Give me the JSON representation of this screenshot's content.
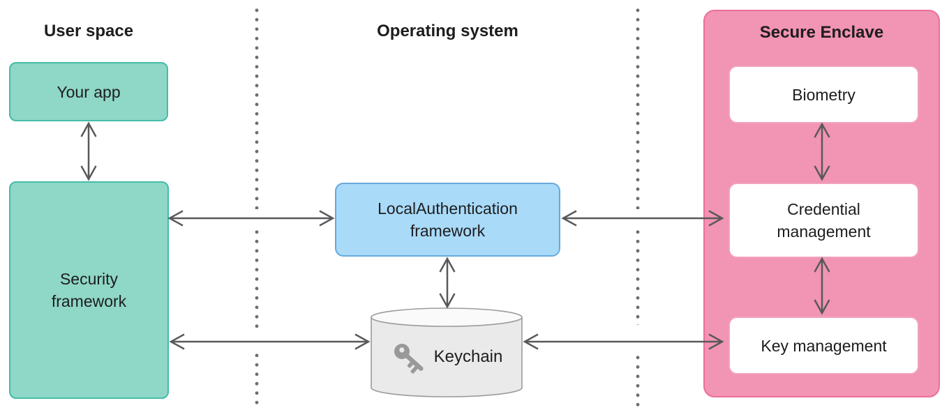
{
  "headings": {
    "user_space": "User space",
    "operating_system": "Operating system",
    "secure_enclave": "Secure Enclave"
  },
  "nodes": {
    "your_app": "Your app",
    "security_framework": "Security\nframework",
    "local_authentication_framework": "LocalAuthentication\nframework",
    "keychain": "Keychain",
    "biometry": "Biometry",
    "credential_management": "Credential\nmanagement",
    "key_management": "Key management"
  },
  "icons": {
    "keychain_icon": "key-icon"
  },
  "colors": {
    "teal_fill": "#8fd7c6",
    "teal_border": "#45bca9",
    "blue_fill": "#a9daf8",
    "blue_border": "#66a9dd",
    "pink_fill": "#f294b3",
    "pink_border": "#eb6e99",
    "white_box_border": "#f3a2be",
    "cylinder_fill": "#eaeaea",
    "cylinder_top_fill": "#fafafa",
    "cylinder_border": "#9b9b9b",
    "key_icon": "#999999",
    "arrow": "#59595b",
    "dots": "#6e6e6e",
    "text": "#1d1d1f"
  }
}
